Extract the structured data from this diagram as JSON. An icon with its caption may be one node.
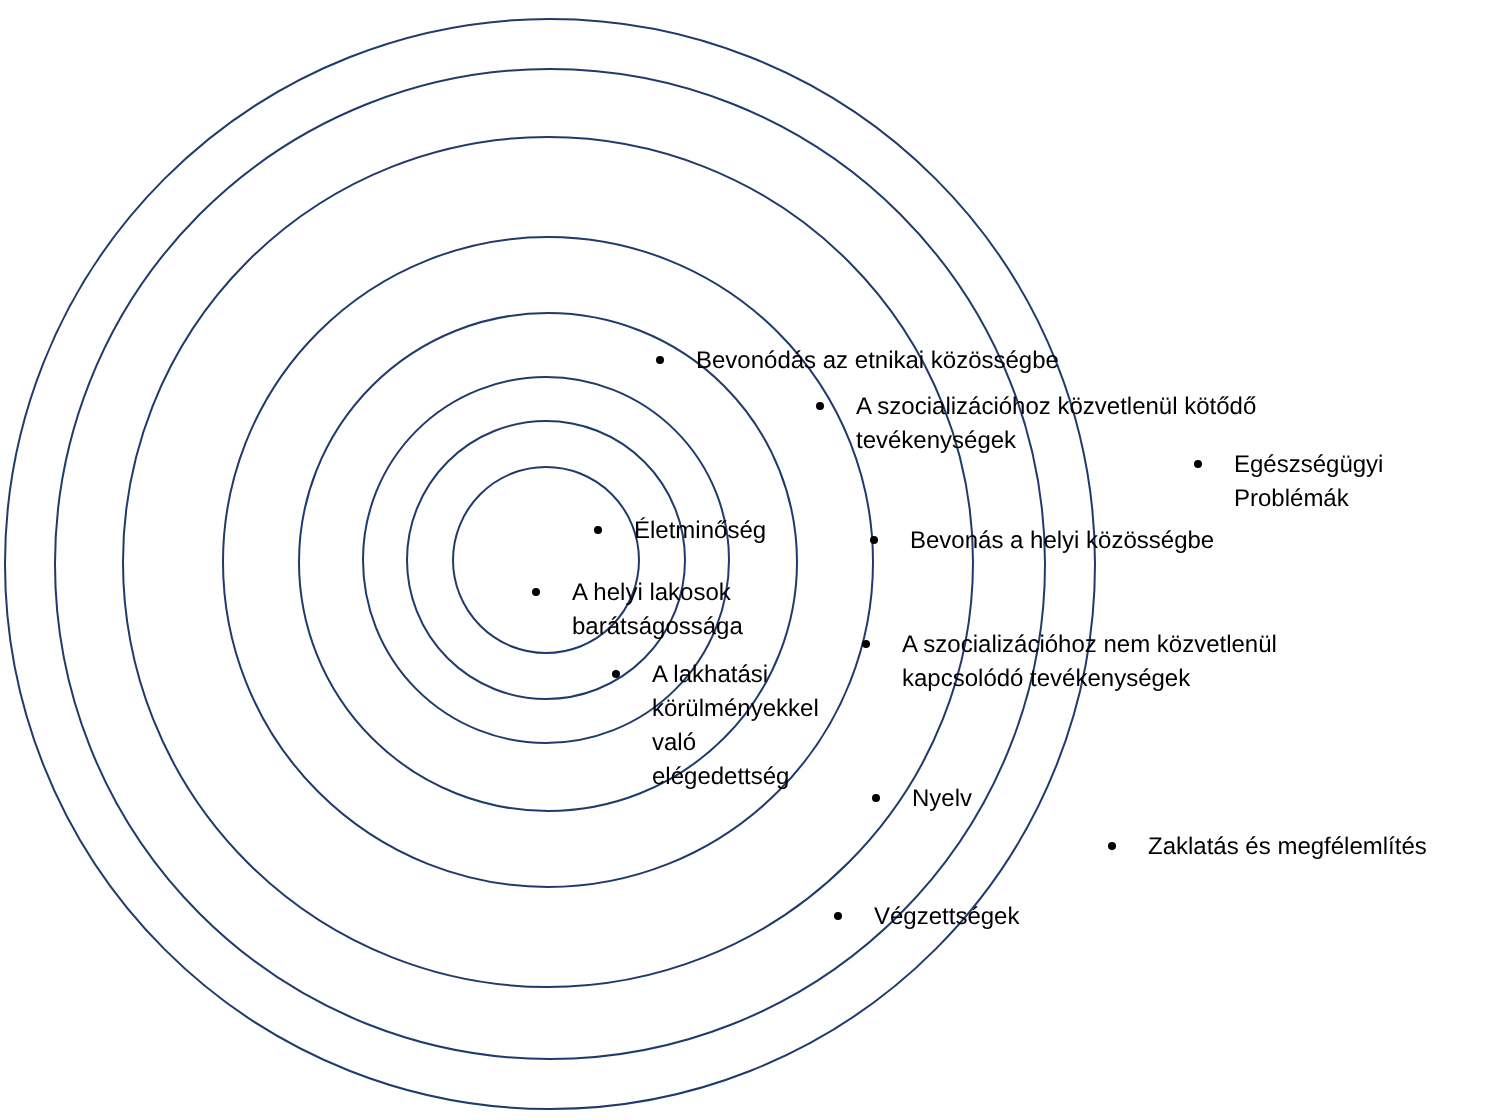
{
  "diagram": {
    "nodes": [
      {
        "text": [],
        "shape": "circle"
      },
      {
        "text": [],
        "shape": "circle",
        "in": 0
      },
      {
        "text": [],
        "shape": "circle",
        "in": 1
      },
      {
        "text": [],
        "shape": "circle",
        "in": 2
      },
      {
        "text": [],
        "shape": "circle",
        "in": 3
      },
      {
        "text": [],
        "shape": "circle",
        "in": 4
      },
      {
        "text": [],
        "shape": "circle",
        "in": 5
      },
      {
        "text": [],
        "shape": "circle",
        "in": 6
      }
    ],
    "labels": [
      "Bevonódás az etnikai közösségbe",
      "A szocializációhoz közvetlenül kötődő tevékenységek",
      "Egészségügyi Problémák",
      "Életminőség",
      "Bevonás a helyi közösségbe",
      "A helyi lakosok barátságossága",
      "A szocializációhoz nem közvetlenül kapcsolódó tevékenységek",
      "A lakhatási körülményekkel való elégedettség",
      "Nyelv",
      "Zaklatás és megfélemlítés",
      "Végzettségek"
    ]
  }
}
